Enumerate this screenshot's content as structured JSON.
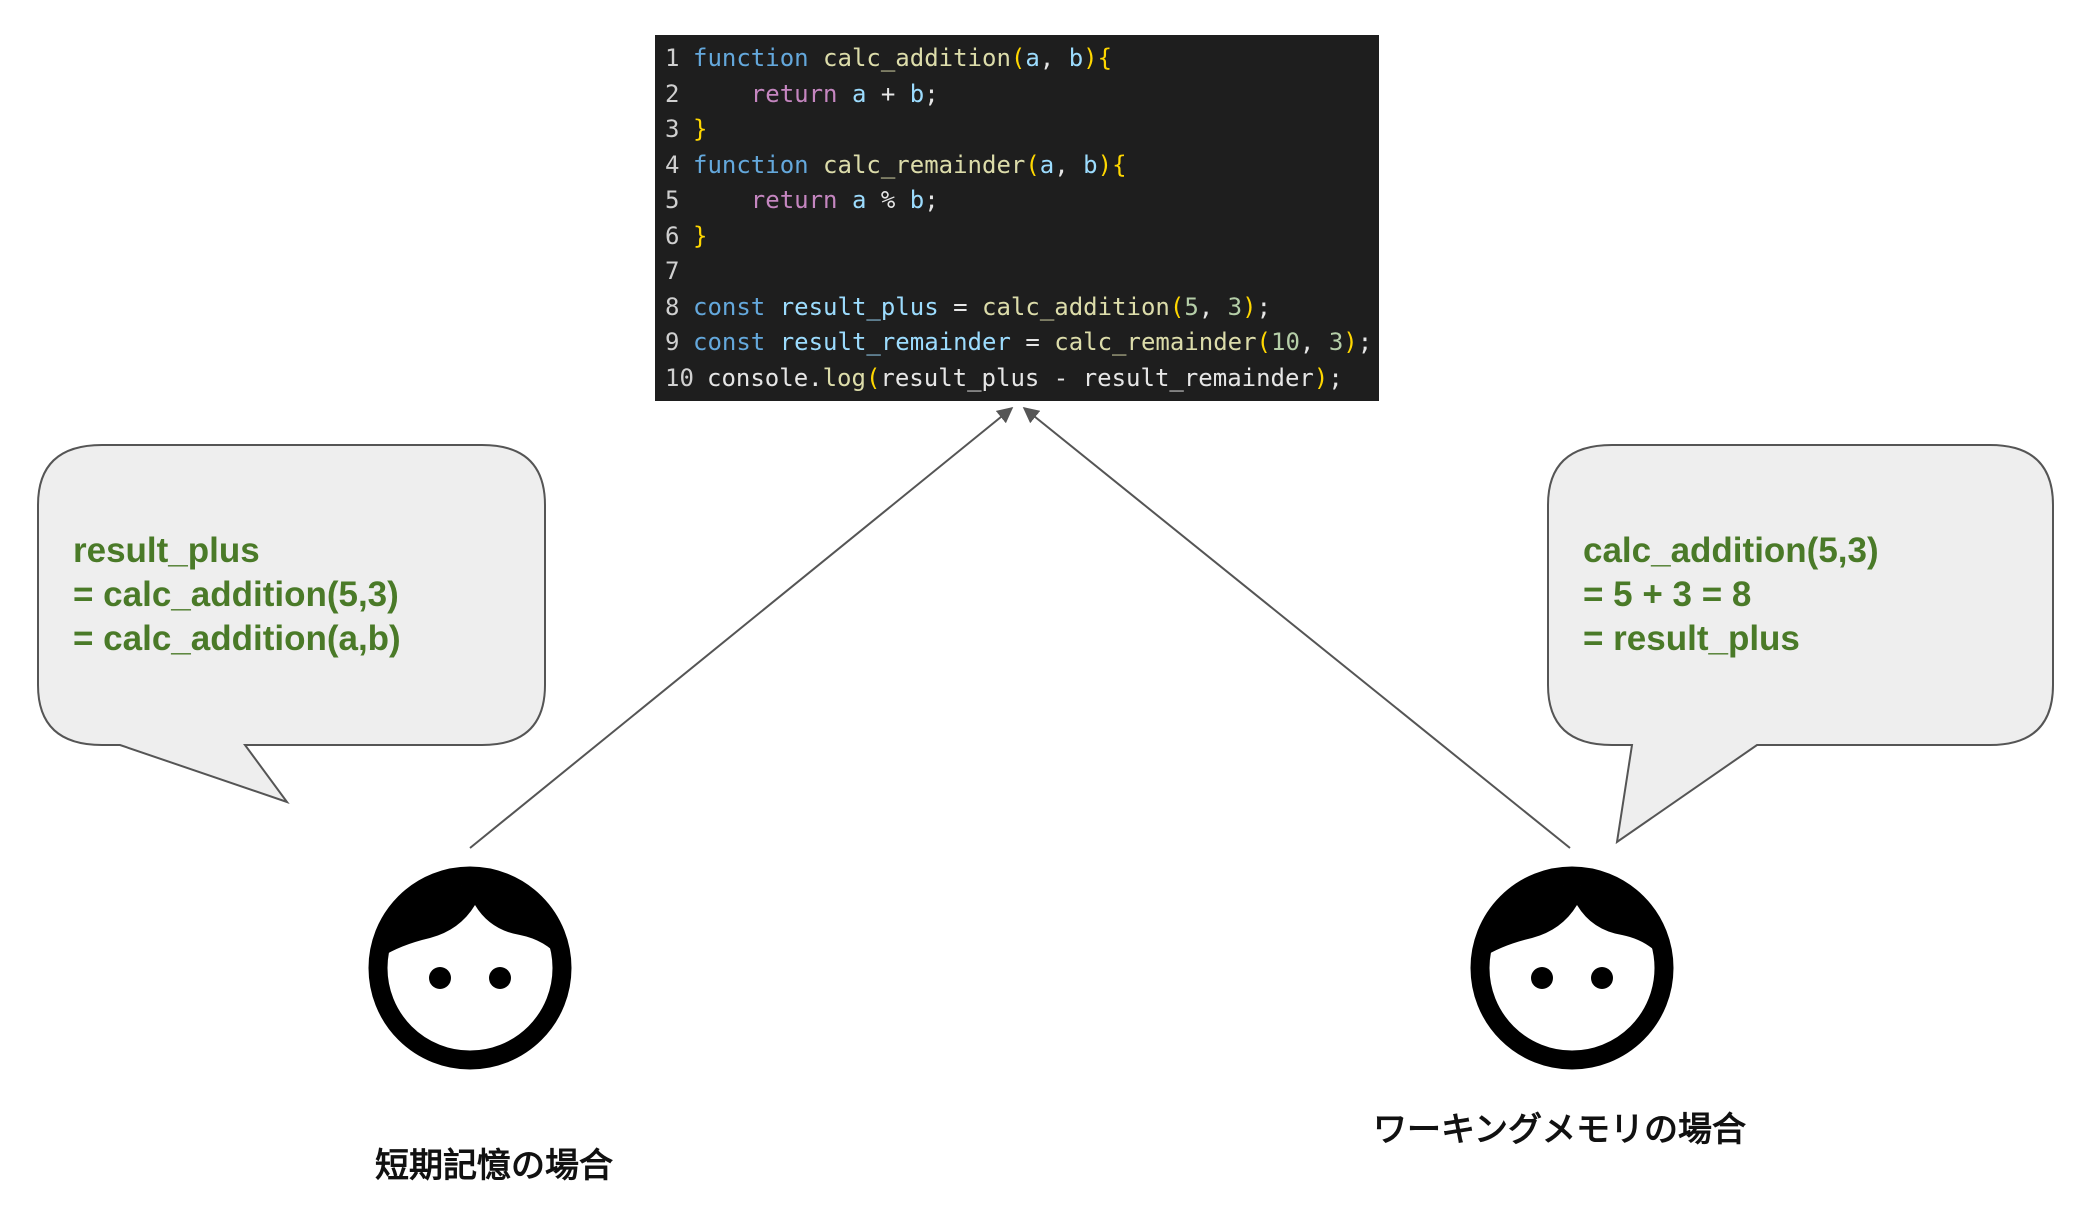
{
  "code": {
    "lines": [
      {
        "n": "1",
        "t": [
          [
            "kw",
            "function"
          ],
          [
            "op",
            " "
          ],
          [
            "fn",
            "calc_addition"
          ],
          [
            "pn",
            "("
          ],
          [
            "id",
            "a"
          ],
          [
            "op",
            ", "
          ],
          [
            "id",
            "b"
          ],
          [
            "pn",
            ")"
          ],
          [
            "pn",
            "{"
          ]
        ]
      },
      {
        "n": "2",
        "t": [
          [
            "op",
            "    "
          ],
          [
            "ret",
            "return"
          ],
          [
            "op",
            " "
          ],
          [
            "id",
            "a"
          ],
          [
            "op",
            " + "
          ],
          [
            "id",
            "b"
          ],
          [
            "op",
            ";"
          ]
        ]
      },
      {
        "n": "3",
        "t": [
          [
            "pn",
            "}"
          ]
        ]
      },
      {
        "n": "4",
        "t": [
          [
            "kw",
            "function"
          ],
          [
            "op",
            " "
          ],
          [
            "fn",
            "calc_remainder"
          ],
          [
            "pn",
            "("
          ],
          [
            "id",
            "a"
          ],
          [
            "op",
            ", "
          ],
          [
            "id",
            "b"
          ],
          [
            "pn",
            ")"
          ],
          [
            "pn",
            "{"
          ]
        ]
      },
      {
        "n": "5",
        "t": [
          [
            "op",
            "    "
          ],
          [
            "ret",
            "return"
          ],
          [
            "op",
            " "
          ],
          [
            "id",
            "a"
          ],
          [
            "op",
            " % "
          ],
          [
            "id",
            "b"
          ],
          [
            "op",
            ";"
          ]
        ]
      },
      {
        "n": "6",
        "t": [
          [
            "pn",
            "}"
          ]
        ]
      },
      {
        "n": "7",
        "t": []
      },
      {
        "n": "8",
        "t": [
          [
            "kw",
            "const"
          ],
          [
            "op",
            " "
          ],
          [
            "id",
            "result_plus"
          ],
          [
            "op",
            " = "
          ],
          [
            "fn",
            "calc_addition"
          ],
          [
            "pn",
            "("
          ],
          [
            "num",
            "5"
          ],
          [
            "op",
            ", "
          ],
          [
            "num",
            "3"
          ],
          [
            "pn",
            ")"
          ],
          [
            "op",
            ";"
          ]
        ]
      },
      {
        "n": "9",
        "t": [
          [
            "kw",
            "const"
          ],
          [
            "op",
            " "
          ],
          [
            "id",
            "result_remainder"
          ],
          [
            "op",
            " = "
          ],
          [
            "fn",
            "calc_remainder"
          ],
          [
            "pn",
            "("
          ],
          [
            "num",
            "10"
          ],
          [
            "op",
            ", "
          ],
          [
            "num",
            "3"
          ],
          [
            "pn",
            ")"
          ],
          [
            "op",
            ";"
          ]
        ]
      },
      {
        "n": "10",
        "t": [
          [
            "op",
            "console."
          ],
          [
            "fn",
            "log"
          ],
          [
            "pn",
            "("
          ],
          [
            "op",
            "result_plus - result_remainder"
          ],
          [
            "pn",
            ")"
          ],
          [
            "op",
            ";"
          ]
        ]
      }
    ]
  },
  "left": {
    "bubble_text": "result_plus\n= calc_addition(5,3)\n= calc_addition(a,b)",
    "caption": "短期記憶の場合"
  },
  "right": {
    "bubble_text": "calc_addition(5,3)\n= 5 + 3 = 8\n= result_plus",
    "caption": "ワーキングメモリの場合"
  },
  "colors": {
    "bubble_fill": "#eeeeee",
    "bubble_stroke": "#555555",
    "bubble_text": "#4a7a28",
    "arrow": "#555555"
  }
}
